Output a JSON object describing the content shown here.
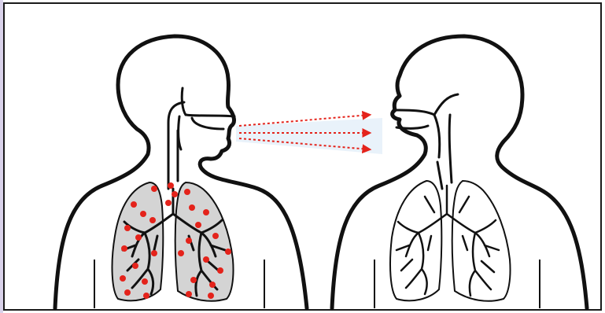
{
  "figure": {
    "description_free": true,
    "particle_color": "#e4231b",
    "lung_fill_infected": "#d4d4d4",
    "lung_fill_healthy": "#ffffff",
    "outline_color": "#111111",
    "arrow_color": "#e4231b",
    "airflow_color": "#cfe3f4"
  },
  "icons": {
    "source_person": "infected-person-silhouette",
    "target_person": "healthy-person-silhouette",
    "arrows": "dotted-arrow"
  }
}
